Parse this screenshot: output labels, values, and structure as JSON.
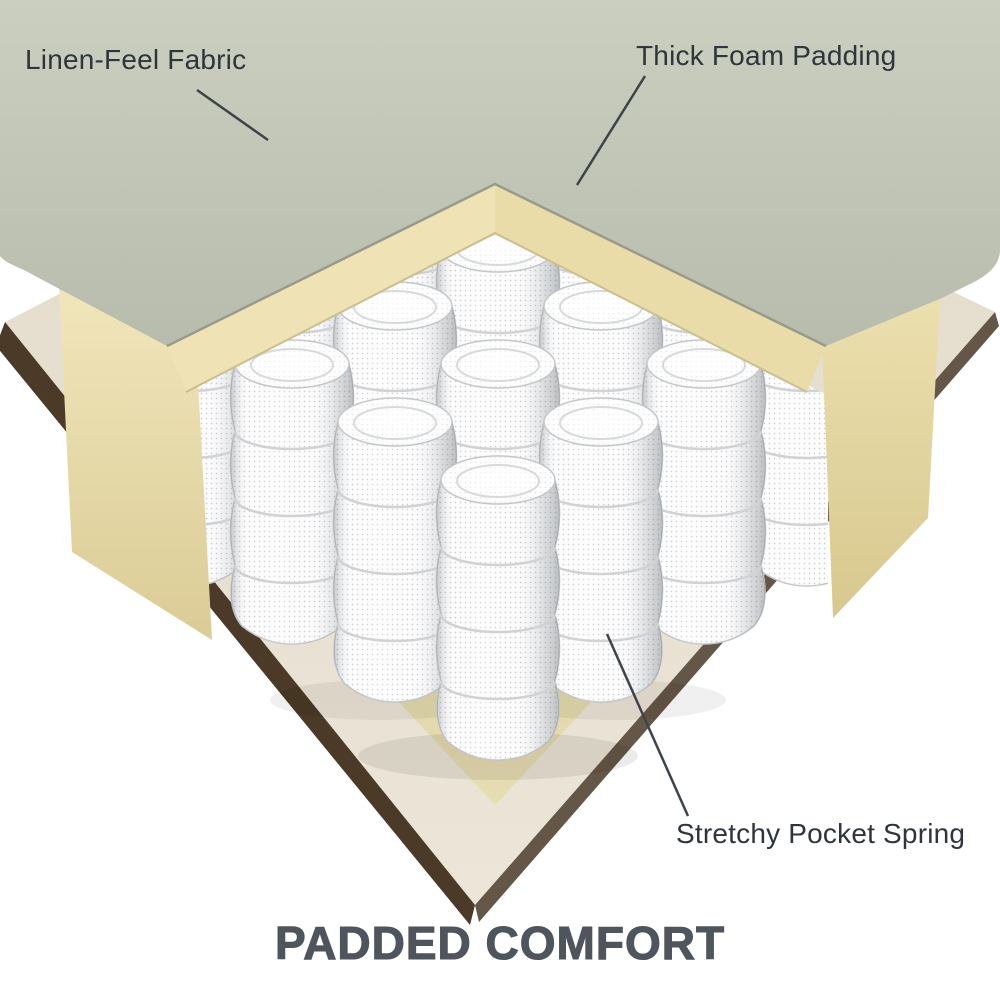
{
  "labels": {
    "fabric": "Linen-Feel Fabric",
    "foam": "Thick Foam Padding",
    "spring": "Stretchy Pocket Spring"
  },
  "title": "PADDED COMFORT",
  "colors": {
    "fabric_top": "#c3c8b8",
    "foam_cream": "#ecdfad",
    "foam_floor": "#ddd1a2",
    "base_fabric": "#e9e2d4",
    "underside_brown": "#4a3a27",
    "spring_mesh_white": "#fcfcfd",
    "spring_dot_gray": "#989da1",
    "callout_line": "#3c444a",
    "label_text": "#2e353b",
    "title_text": "#4e555c"
  }
}
